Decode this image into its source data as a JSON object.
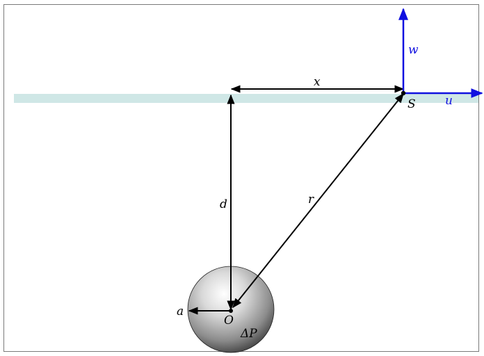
{
  "labels": {
    "x": "x",
    "d": "d",
    "r": "r",
    "a": "a",
    "S": "S",
    "O": "O",
    "dP": "ΔP",
    "u": "u",
    "w": "w"
  },
  "colors": {
    "surface": "#cfe7e6",
    "axes": "#1010e0",
    "lines": "#000000",
    "frame": "#7a7a7a"
  }
}
